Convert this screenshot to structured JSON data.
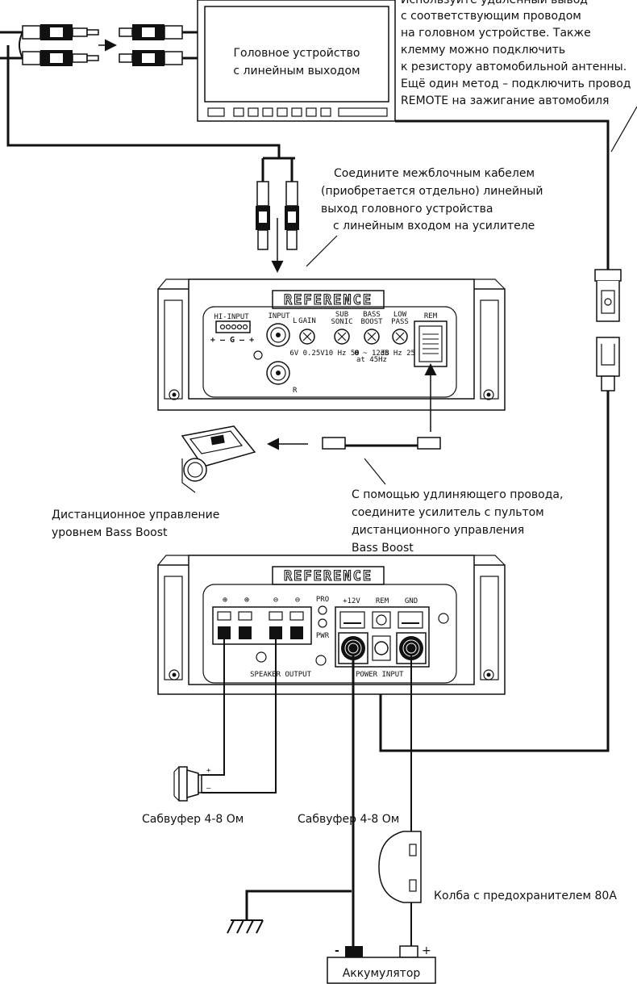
{
  "head_unit": {
    "line1": "Головное устройство",
    "line2": "с линейным выходом"
  },
  "remote_note": {
    "line1": "Используйте удаленный вывод",
    "line2": "с соответствующим проводом",
    "line3": "на головном устройстве. Также",
    "line4": "клемму можно подключить",
    "line5": "к резистору автомобильной антенны.",
    "line6": "Ещё один метод – подключить провод",
    "line7": "REMOTE на зажигание автомобиля"
  },
  "rca_note": {
    "line1": "Соедините межблочным кабелем",
    "line2": "(приобретается отдельно) линейный",
    "line3": "выход головного устройства",
    "line4": "с линейным входом на усилителе"
  },
  "amp_top": {
    "brand": "REFERENCE",
    "hi_input": "HI-INPUT",
    "hi_input_pins": "+ – G – +",
    "input": "INPUT",
    "input_l": "L",
    "input_r": "R",
    "gain": "GAIN",
    "gain_range": "6V  0.25V",
    "subsonic_1": "SUB",
    "subsonic_2": "SONIC",
    "subsonic_range": "10  Hz  50",
    "bassboost_1": "BASS",
    "bassboost_2": "BOOST",
    "bassboost_range_1": "0 ~ 12dB",
    "bassboost_range_2": "at  45Hz",
    "lowpass_1": "LOW",
    "lowpass_2": "PASS",
    "lowpass_range": "35 Hz 250",
    "rem": "REM"
  },
  "extension_note": {
    "line1": "С помощью удлиняющего провода,",
    "line2": "соедините усилитель с пультом",
    "line3": "дистанционного управления",
    "line4": "Bass Boost"
  },
  "remote_label": {
    "line1": "Дистанционное управление",
    "line2": "уровнем Bass Boost"
  },
  "amp_bottom": {
    "brand": "REFERENCE",
    "plus1": "⊕",
    "plus2": "⊕",
    "minus1": "⊖",
    "minus2": "⊖",
    "pro": "PRO",
    "pwr": "PWR",
    "v12": "+12V",
    "rem": "REM",
    "gnd": "GND",
    "speaker_output": "SPEAKER OUTPUT",
    "power_input": "POWER INPUT"
  },
  "sub_plus": "+",
  "sub_minus": "–",
  "subwoofer_label_1": "Сабвуфер 4-8 Ом",
  "subwoofer_label_2": "Сабвуфер 4-8 Ом",
  "fuse_label": "Колба с предохранителем 80А",
  "battery": {
    "label": "Аккумулятор",
    "minus": "-",
    "plus": "+"
  }
}
